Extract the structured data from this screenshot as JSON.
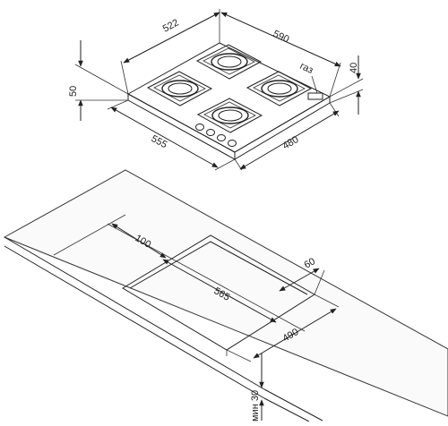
{
  "hob": {
    "dims": {
      "top_depth": "522",
      "top_width": "590",
      "front_width": "555",
      "side_depth": "480",
      "height_left": "50",
      "height_right": "40"
    },
    "gas_label": "газ"
  },
  "cutout": {
    "dims": {
      "back_clearance": "100",
      "side_clearance": "60",
      "cut_width": "565",
      "cut_depth": "490"
    },
    "min_thickness": "мин 30"
  }
}
